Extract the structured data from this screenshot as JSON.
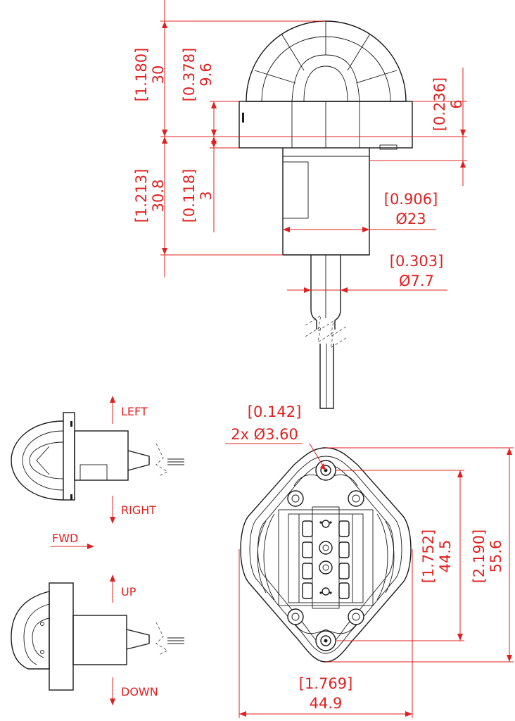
{
  "dimensions": {
    "dome_height": {
      "in": "1.180",
      "mm": "30"
    },
    "dome_rim": {
      "in": "0.378",
      "mm": "9.6"
    },
    "flange_thickness": {
      "in": "0.236",
      "mm": "6"
    },
    "body_height": {
      "in": "1.213",
      "mm": "30.8"
    },
    "step": {
      "in": "0.118",
      "mm": "3"
    },
    "body_diameter": {
      "in": "0.906",
      "mm": "23",
      "prefix": "Ø"
    },
    "cable_diameter": {
      "in": "0.303",
      "mm": "7.7",
      "prefix": "Ø"
    },
    "mount_holes": {
      "in": "0.142",
      "mm": "3.60",
      "prefix": "2x Ø"
    },
    "hole_spacing": {
      "in": "1.752",
      "mm": "44.5"
    },
    "overall_height": {
      "in": "2.190",
      "mm": "55.6"
    },
    "overall_width": {
      "in": "1.769",
      "mm": "44.9"
    }
  },
  "orientation": {
    "left": "LEFT",
    "right": "RIGHT",
    "fwd": "FWD",
    "up": "UP",
    "down": "DOWN"
  },
  "colors": {
    "dimension": "#e02020",
    "outline": "#1a1a1a"
  }
}
